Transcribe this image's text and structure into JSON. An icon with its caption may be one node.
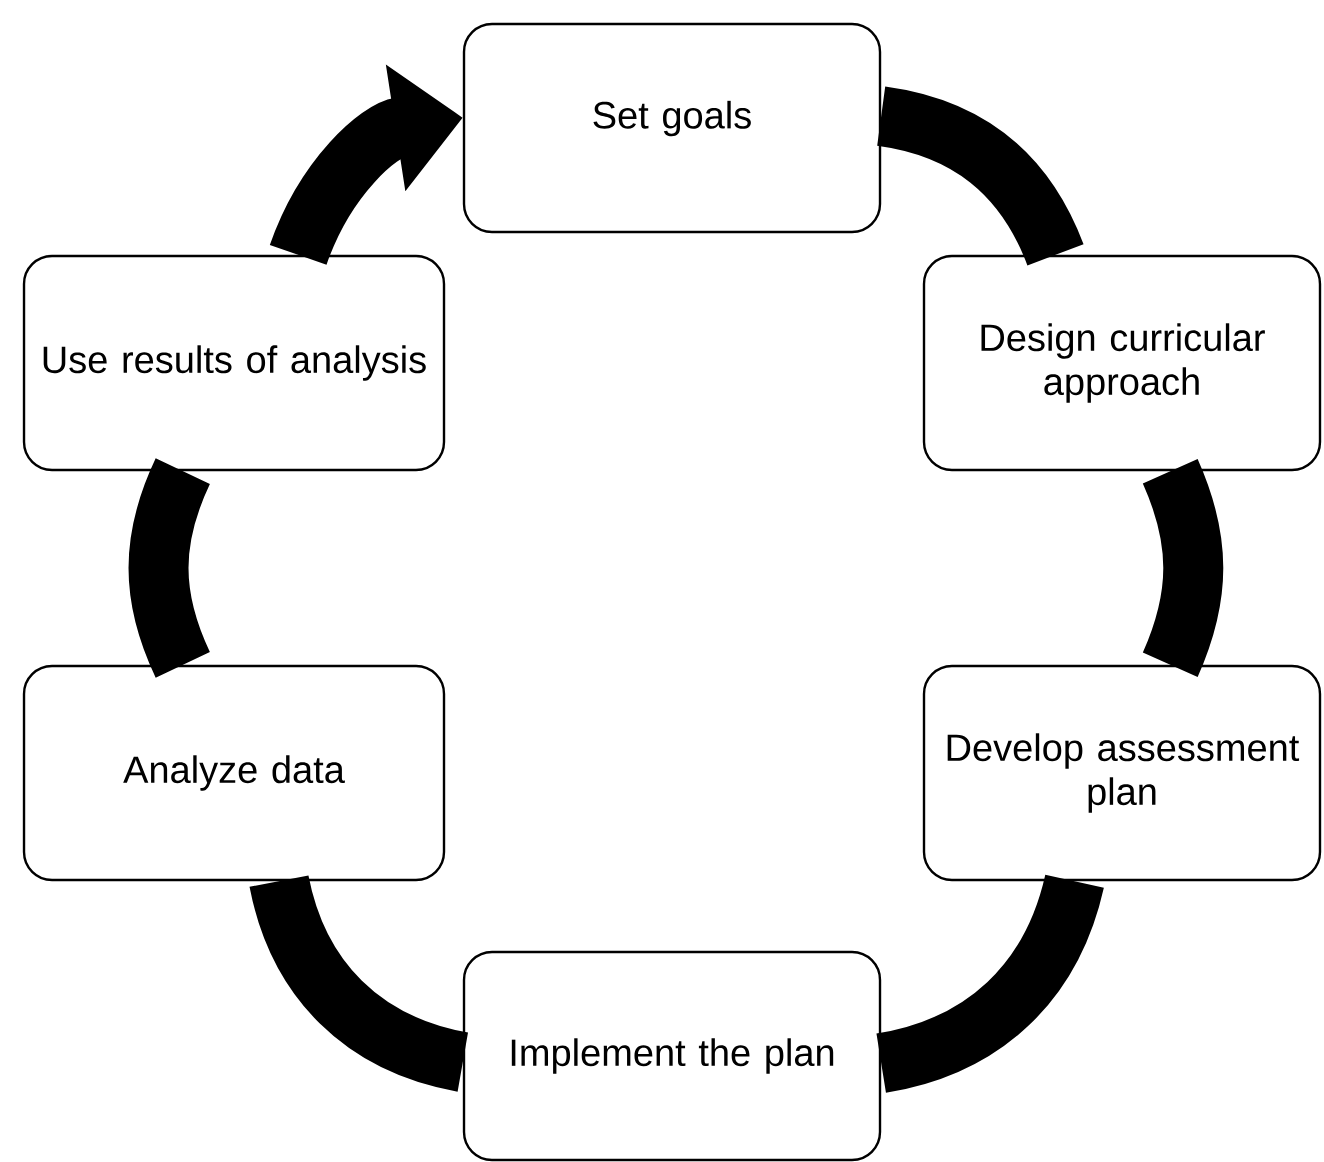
{
  "diagram": {
    "nodes": [
      {
        "text": [
          "Set goals"
        ]
      },
      {
        "text": [
          "Design curricular approach"
        ]
      },
      {
        "text": [
          "Develop assessment plan"
        ]
      },
      {
        "text": [
          "Implement the plan"
        ]
      },
      {
        "text": [
          "Analyze data"
        ]
      },
      {
        "text": [
          "Use results of analysis"
        ]
      }
    ],
    "edges": [
      {
        "from": 0,
        "to": 1,
        "arrow": "none"
      },
      {
        "from": 1,
        "to": 2,
        "arrow": "none"
      },
      {
        "from": 2,
        "to": 3,
        "arrow": "none"
      },
      {
        "from": 3,
        "to": 4,
        "arrow": "none"
      },
      {
        "from": 4,
        "to": 5,
        "arrow": "none"
      },
      {
        "from": 5,
        "to": 0,
        "arrow": "to"
      }
    ]
  }
}
